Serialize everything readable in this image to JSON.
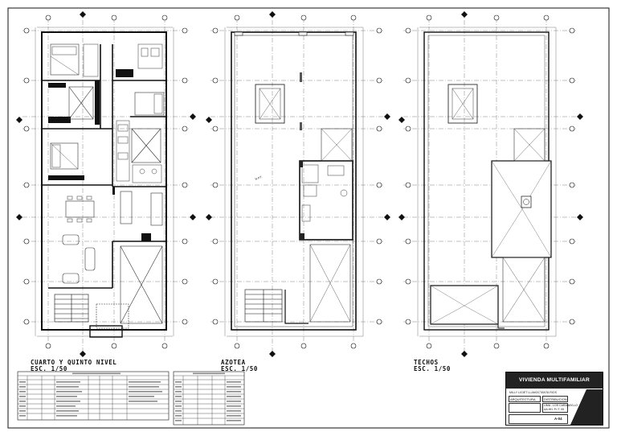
{
  "plans": [
    {
      "title": "CUARTO Y QUINTO NIVEL",
      "scale": "ESC. 1/50"
    },
    {
      "title": "AZOTEA",
      "scale": "ESC. 1/50"
    },
    {
      "title": "TECHOS",
      "scale": "ESC. 1/50"
    }
  ],
  "title_block": {
    "project": "VIVIENDA MULTIFAMILIAR",
    "owner": "MILLY LIGIET LLAMOCTANTA RIOS",
    "specialty": "ARQUITECTURA",
    "sheet_type": "DISTRIBUCION",
    "location": "LIMA - LOS CARABAYLLO",
    "lot": "AA.HH. P.I.T. 05",
    "sheet_number": "A-04"
  },
  "colors": {
    "line": "#111111",
    "hatch": "#333333",
    "light": "#777777",
    "dark_fill": "#222222"
  }
}
